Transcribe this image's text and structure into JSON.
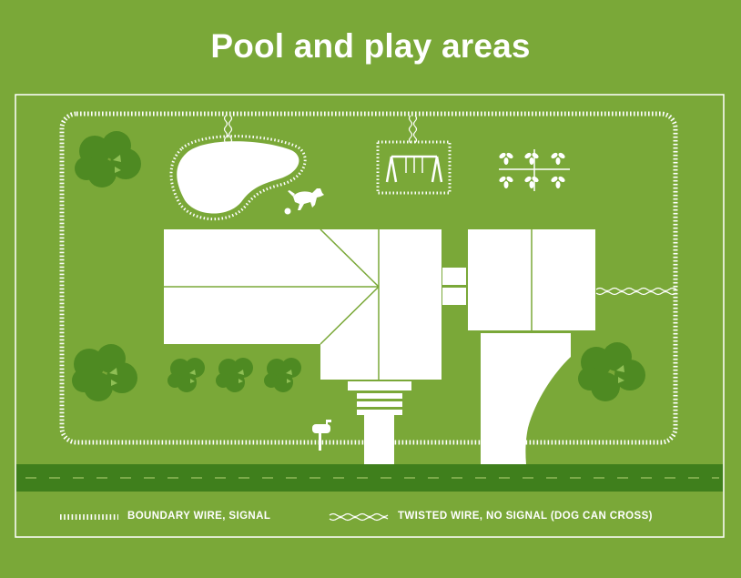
{
  "title": "Pool and play areas",
  "legend": {
    "boundary_label": "BOUNDARY WIRE, SIGNAL",
    "twisted_label": "TWISTED WIRE, NO SIGNAL (DOG CAN CROSS)"
  },
  "colors": {
    "background": "#7aa838",
    "dark_green": "#4e8a22",
    "road": "#3f7f1c",
    "white": "#ffffff"
  }
}
